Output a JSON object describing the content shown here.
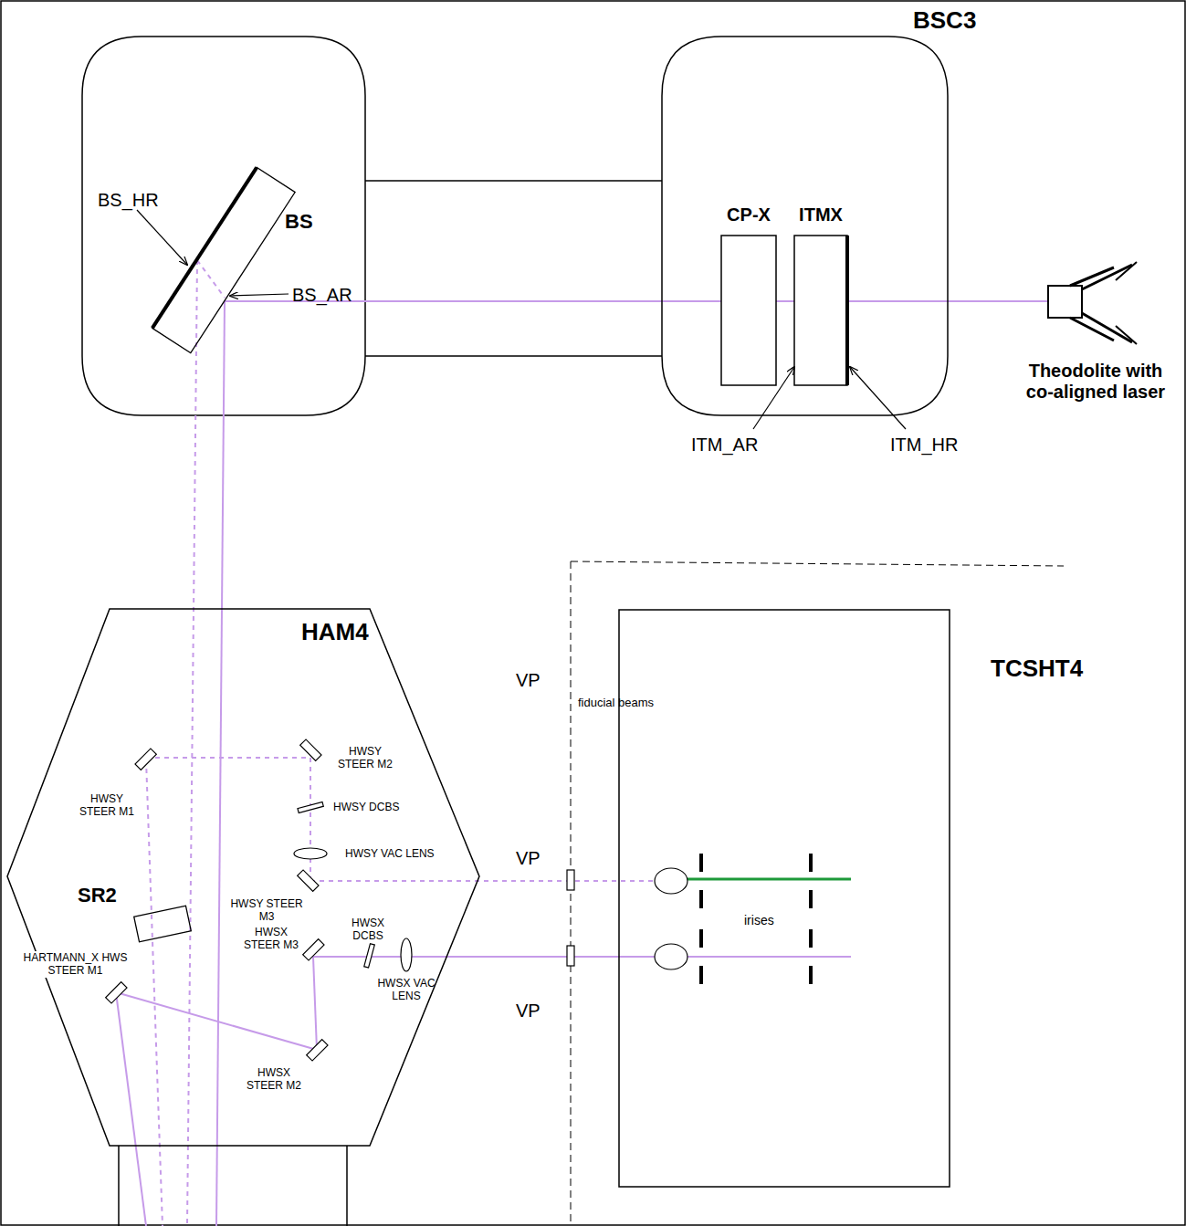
{
  "diagram": {
    "nodes": [
      {
        "text": [
          "BSC3"
        ]
      },
      {
        "text": [
          "CP-X"
        ],
        "in": 0
      },
      {
        "text": [
          "ITMX"
        ],
        "in": 0
      },
      {
        "text": [
          "BS"
        ]
      },
      {
        "text": [
          "Theodolite with co-aligned laser"
        ]
      },
      {
        "text": [
          "HAM4"
        ]
      },
      {
        "text": [
          "SR2"
        ],
        "in": 5
      },
      {
        "text": [
          "TCSHT4"
        ]
      }
    ],
    "edges": [
      {
        "from": 4,
        "to": 2,
        "arrow": "none"
      },
      {
        "from": 2,
        "to": 1,
        "arrow": "none"
      },
      {
        "from": 1,
        "to": 3,
        "arrow": "none"
      }
    ],
    "labels": [
      "BS_HR",
      "BS_AR",
      "ITM_AR",
      "ITM_HR",
      "HWSY STEER M1",
      "HWSY STEER M2",
      "HWSY DCBS",
      "HWSY VAC LENS",
      "HWSY STEER M3",
      "HWSX STEER M3",
      "HWSX DCBS",
      "HWSX VAC LENS",
      "HWSX STEER M2",
      "HARTMANN_X HWS STEER M1",
      "VP",
      "VP",
      "VP",
      "fiducial beams",
      "irises"
    ]
  }
}
